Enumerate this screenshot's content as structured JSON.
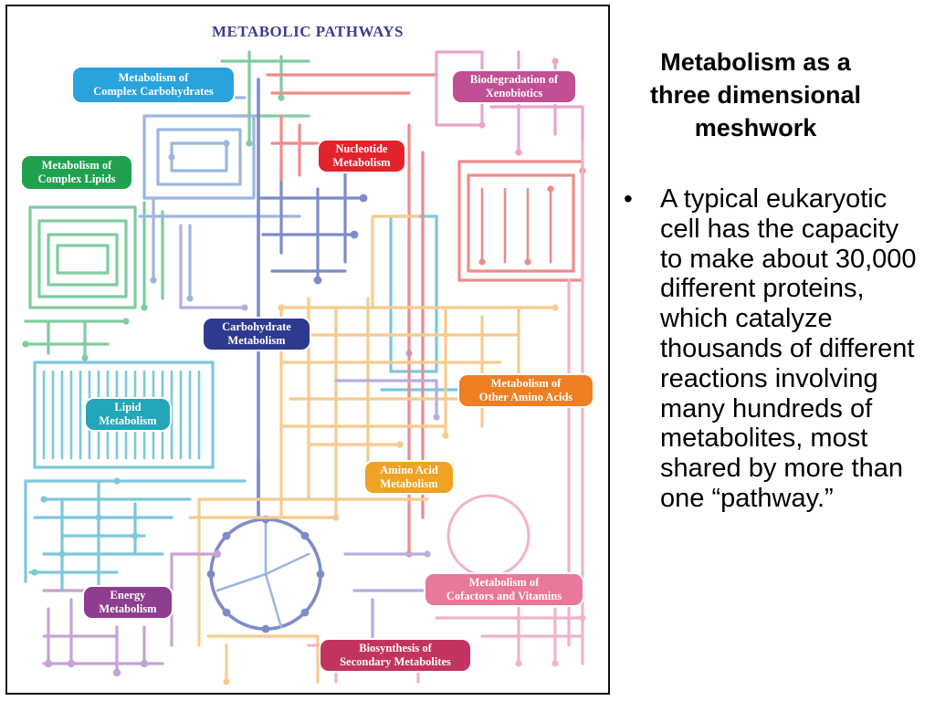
{
  "map": {
    "title": "METABOLIC PATHWAYS",
    "labels": [
      {
        "key": "carb_complex",
        "line1": "Metabolism of",
        "line2": "Complex Carbohydrates",
        "color": "#2aa3dd"
      },
      {
        "key": "xenobiotics",
        "line1": "Biodegradation of",
        "line2": "Xenobiotics",
        "color": "#c24f93"
      },
      {
        "key": "nucleotide",
        "line1": "Nucleotide",
        "line2": "Metabolism",
        "color": "#e2232b"
      },
      {
        "key": "complex_lipids",
        "line1": "Metabolism of",
        "line2": "Complex Lipids",
        "color": "#20a150"
      },
      {
        "key": "carbohydrate",
        "line1": "Carbohydrate",
        "line2": "Metabolism",
        "color": "#2e3a8f"
      },
      {
        "key": "other_amino",
        "line1": "Metabolism of",
        "line2": "Other Amino Acids",
        "color": "#ee7f22"
      },
      {
        "key": "lipid",
        "line1": "Lipid",
        "line2": "Metabolism",
        "color": "#23a6b8"
      },
      {
        "key": "amino_acid",
        "line1": "Amino Acid",
        "line2": "Metabolism",
        "color": "#f0a224"
      },
      {
        "key": "cofactors",
        "line1": "Metabolism of",
        "line2": "Cofactors and Vitamins",
        "color": "#e9789a"
      },
      {
        "key": "energy",
        "line1": "Energy",
        "line2": "Metabolism",
        "color": "#8e3d8f"
      },
      {
        "key": "secondary",
        "line1": "Biosynthesis of",
        "line2": "Secondary Metabolites",
        "color": "#c2345f"
      }
    ],
    "line_colors": {
      "lipid_green": "#7fcc9f",
      "lipid_cyan": "#7cc8dc",
      "carb_blue": "#9bb7df",
      "carb_dark": "#7d8cc8",
      "amino_orange": "#f7cb8e",
      "nucleotide_red": "#ee8c8c",
      "cofactor_pink": "#f2b3c9",
      "energy_purple": "#c7a3d4",
      "xeno_pink": "#e9a6cc",
      "lavender": "#b4aee0"
    }
  },
  "slide": {
    "title": "Metabolism as a three dimensional meshwork",
    "bullet_symbol": "•",
    "bullet_text": "A typical eukaryotic cell has the capacity to make about 30,000 different proteins, which catalyze thousands of different reactions involving many hundreds of metabolites, most shared by more than one “pathway.”"
  }
}
